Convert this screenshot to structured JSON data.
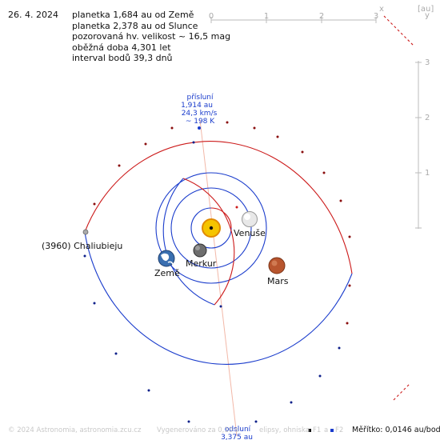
{
  "header": {
    "date": "26. 4. 2024",
    "lines": [
      "planetka 1,684 au od Země",
      "planetka 2,378 au od Slunce",
      "pozorovaná hv. velikost ~ 16,5 mag",
      "oběžná doba 4,301 let",
      "interval bodů 39,3 dnů"
    ]
  },
  "axes": {
    "top_ticks": [
      "0",
      "1",
      "2",
      "3"
    ],
    "right_ticks": [
      "3",
      "2",
      "1"
    ],
    "x_label": "x",
    "y_label": "y",
    "unit": "[au]"
  },
  "labels": {
    "asteroid": "(3960) Chaliubieju",
    "venus": "Venuše",
    "mercury": "Merkur",
    "earth": "Země",
    "mars": "Mars",
    "perihelion": [
      "přísluní",
      "1,914 au",
      "24,3 km/s",
      "~ 198 K"
    ],
    "aphelion": [
      "odsluní",
      "3,375 au"
    ]
  },
  "footer": {
    "copyright": "© 2024 Astronomia, astronomia.zcu.cz",
    "generated": "Vygenerováno za 0,10 s",
    "legend": "elipsy, ohniska",
    "f1": "F1",
    "and": "a",
    "f2": "F2",
    "scale": "Měřítko: 0,0146 au/bod"
  },
  "colors": {
    "orbit_above": "#cc1a1a",
    "orbit_below": "#1a3ccc",
    "apsis_line": "#f2b8a8",
    "axis": "#bbbbbb",
    "sun": "#f5c400"
  },
  "icons": {
    "sun": "sun-icon",
    "mercury": "mercury-icon",
    "venus": "venus-icon",
    "earth": "earth-icon",
    "mars": "mars-icon",
    "asteroid": "asteroid-icon"
  }
}
